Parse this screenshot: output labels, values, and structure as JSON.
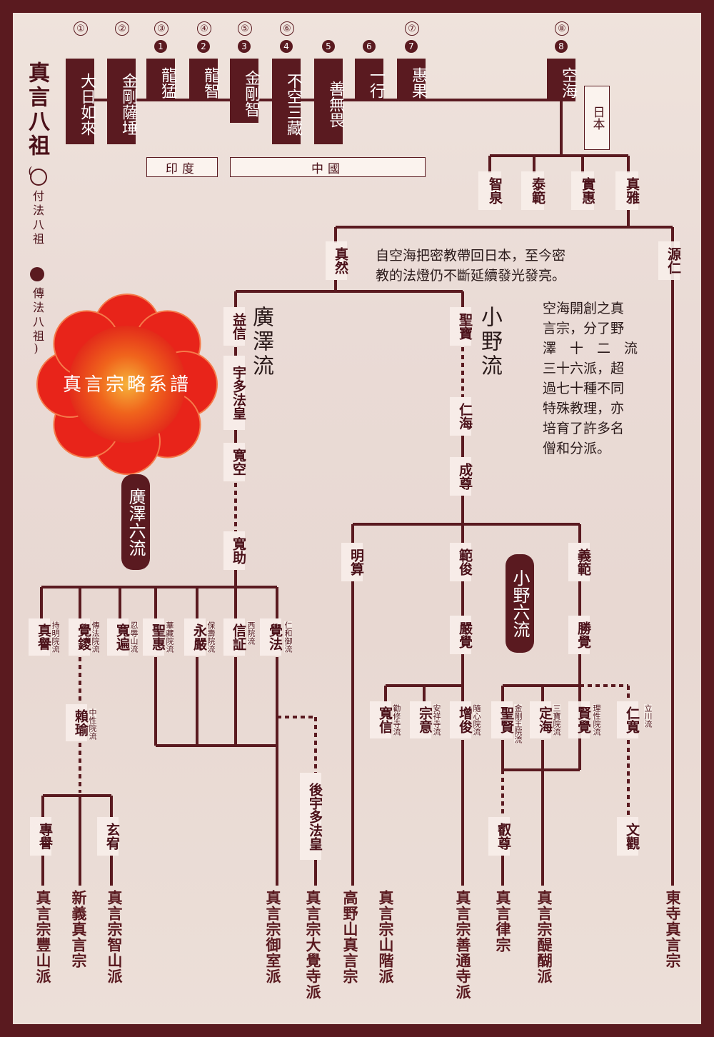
{
  "title": "真言八祖",
  "legend": {
    "open_paren": "(",
    "fu_label": "付法八祖",
    "close_paren": ")",
    "den_label": "傳法八祖"
  },
  "center_title": "真言宗略系譜",
  "patriarchs": [
    {
      "name": "大日如來",
      "fu": "①",
      "den": ""
    },
    {
      "name": "金剛薩埵",
      "fu": "②",
      "den": ""
    },
    {
      "name": "龍猛",
      "fu": "③",
      "den": "1"
    },
    {
      "name": "龍智",
      "fu": "④",
      "den": "2"
    },
    {
      "name": "金剛智",
      "fu": "⑤",
      "den": "3"
    },
    {
      "name": "不空三藏",
      "fu": "⑥",
      "den": "4"
    },
    {
      "name": "善無畏",
      "fu": "",
      "den": "5"
    },
    {
      "name": "一行",
      "fu": "",
      "den": "6"
    },
    {
      "name": "惠果",
      "fu": "⑦",
      "den": "7"
    },
    {
      "name": "空海",
      "fu": "⑧",
      "den": "8"
    }
  ],
  "regions": {
    "india": "印度",
    "china": "中國",
    "japan": "日本"
  },
  "kukai_disciples": [
    "智泉",
    "泰範",
    "實惠",
    "真雅"
  ],
  "shinzen": "真然",
  "genjin": "源仁",
  "intro_text": [
    "自空海把密教帶回日本，至今密",
    "教的法燈仍不斷延續發光發亮。"
  ],
  "side_text": [
    "空海開創之真",
    "言宗，分了野",
    "澤　十　二　流",
    "三十六派，超",
    "過七十種不同",
    "特殊教理，亦",
    "培育了許多名",
    "僧和分派。"
  ],
  "hirosawa": {
    "school": "廣澤流",
    "six": "廣澤六流",
    "line": [
      "益信",
      "宇多法皇",
      "寬空",
      "寬助"
    ],
    "branches": [
      {
        "name": "真譽",
        "sub": "持明院流"
      },
      {
        "name": "覺鑁",
        "sub": "傳法院流"
      },
      {
        "name": "寬遍",
        "sub": "忍辱山流"
      },
      {
        "name": "聖惠",
        "sub": "華藏院流"
      },
      {
        "name": "永嚴",
        "sub": "保壽院流"
      },
      {
        "name": "信証",
        "sub": "西院流"
      },
      {
        "name": "覺法",
        "sub": "仁和御流"
      }
    ],
    "raiyu": "賴瑜",
    "raiyu_sub": "中性院流",
    "senyo": "專譽",
    "genyu": "玄宥",
    "gouda": "後宇多法皇"
  },
  "ono": {
    "school": "小野流",
    "six": "小野六流",
    "line": [
      "聖寶",
      "仁海",
      "成尊"
    ],
    "branches": [
      "明算",
      "範俊",
      "義範"
    ],
    "genkaku": "嚴覺",
    "shokaku": "勝覺",
    "sub_branches": [
      {
        "name": "寬信",
        "sub": "勸修寺流"
      },
      {
        "name": "宗意",
        "sub": "安祥寺流"
      },
      {
        "name": "增俊",
        "sub": "隨心院流"
      },
      {
        "name": "聖賢",
        "sub": "金剛王院流"
      },
      {
        "name": "定海",
        "sub": "三寶院流"
      },
      {
        "name": "賢覺",
        "sub": "理性院流"
      },
      {
        "name": "仁寬",
        "sub": "立川流"
      }
    ],
    "eison": "叡尊",
    "monkan": "文觀"
  },
  "sects": [
    "真言宗豐山派",
    "新義真言宗",
    "真言宗智山派",
    "真言宗御室派",
    "真言宗大覺寺派",
    "高野山真言宗",
    "真言宗山階派",
    "真言宗善通寺派",
    "真言律宗",
    "真言宗醍醐派",
    "東寺真言宗"
  ]
}
